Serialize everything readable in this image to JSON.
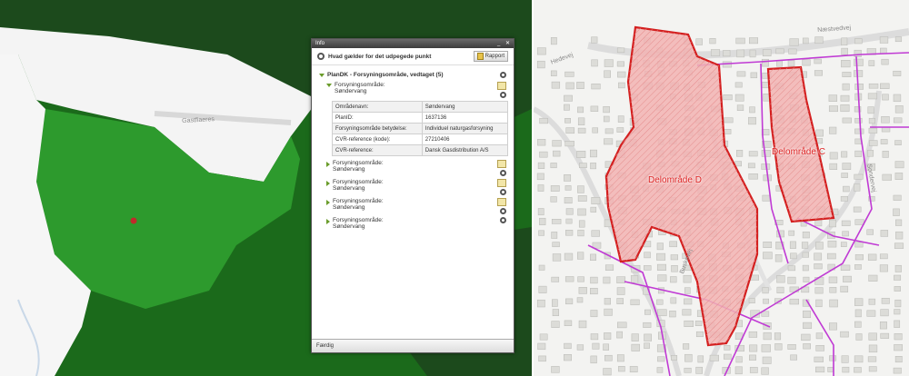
{
  "left_map": {
    "street_label": "Gastfiaeres",
    "colors": {
      "dark": "#1d4a1d",
      "mid": "#1f6d1f",
      "bright": "#2f9b2f",
      "white": "#f4f4f4"
    }
  },
  "dialog": {
    "title": "Info",
    "question": "Hvad gælder for det udpegede punkt",
    "report_label": "Rapport",
    "layer_title": "PlanDK - Forsyningsområde, vedtaget (5)",
    "entries": [
      {
        "line1": "Forsyningsområde:",
        "line2": "Søndervang"
      },
      {
        "line1": "Forsyningsområde:",
        "line2": "Søndervang"
      },
      {
        "line1": "Forsyningsområde:",
        "line2": "Søndervang"
      },
      {
        "line1": "Forsyningsområde:",
        "line2": "Søndervang"
      },
      {
        "line1": "Forsyningsområde:",
        "line2": "Søndervang"
      }
    ],
    "attributes": [
      {
        "key": "Områdenavn:",
        "value": "Søndervang"
      },
      {
        "key": "PlanID:",
        "value": "1637136"
      },
      {
        "key": "Forsyningsområde betydelse:",
        "value": "Individuel naturgasforsyning"
      },
      {
        "key": "CVR-reference (kode):",
        "value": "27210406"
      },
      {
        "key": "CVR-reference:",
        "value": "Dansk Gasdistribution A/S"
      }
    ],
    "status": "Færdig"
  },
  "right_map": {
    "area_d": "Delområde D",
    "area_c": "Delområde C",
    "street_top": "Næstvedvej",
    "street_left": "Hedevej",
    "street_right": "Sondervej",
    "street_lower": "Buskevej",
    "colors": {
      "area_fill": "#f2b3b3",
      "area_stroke": "#d41f1f",
      "lines": "#c03ad4"
    }
  }
}
